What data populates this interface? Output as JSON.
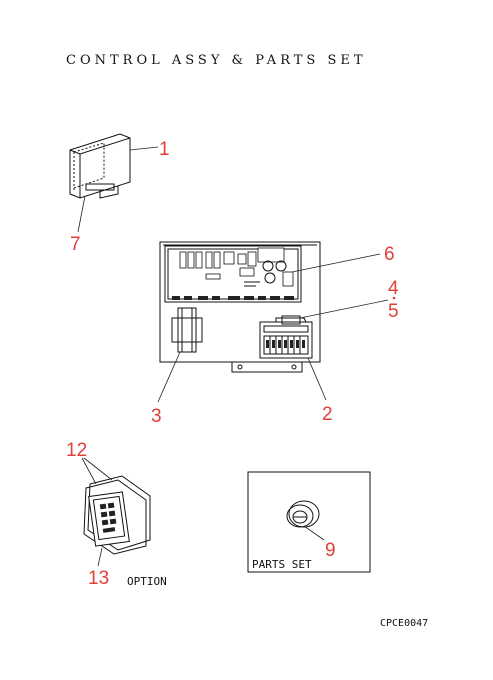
{
  "title": "CONTROL ASSY & PARTS SET",
  "callouts": {
    "c1": "1",
    "c2": "2",
    "c3": "3",
    "c4": "4",
    "c5": "5",
    "c6": "6",
    "c7": "7",
    "c9": "9",
    "c12": "12",
    "c13": "13"
  },
  "option_label": "OPTION",
  "parts_set_label": "PARTS SET",
  "drawing_code": "CPCE0047",
  "colors": {
    "callout": "#e0403a",
    "line": "#111111"
  }
}
